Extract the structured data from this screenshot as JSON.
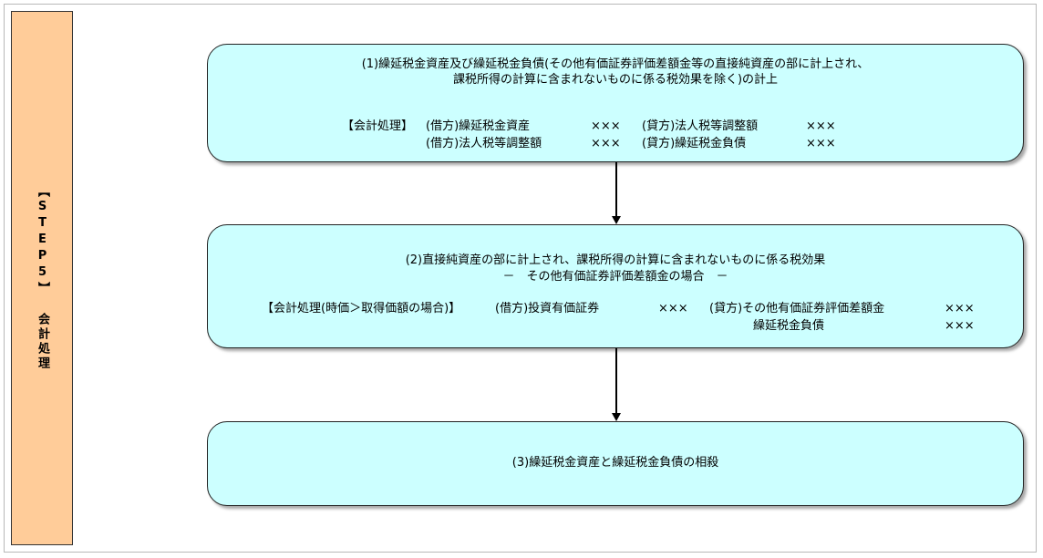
{
  "step": {
    "label": "【STEP5】 会計処理"
  },
  "box1": {
    "title_line1": "(1)繰延税金資産及び繰延税金負債(その他有価証券評価差額金等の直接純資産の部に計上され、",
    "title_line2": "課税所得の計算に含まれないものに係る税効果を除く)の計上",
    "entry_label": "【会計処理】",
    "rows": [
      {
        "debit": "(借方)繰延税金資産",
        "debit_amount": "×××",
        "credit": "(貸方)法人税等調整額",
        "credit_amount": "×××"
      },
      {
        "debit": "(借方)法人税等調整額",
        "debit_amount": "×××",
        "credit": "(貸方)繰延税金負債",
        "credit_amount": "×××"
      }
    ]
  },
  "box2": {
    "title_line1": "(2)直接純資産の部に計上され、課税所得の計算に含まれないものに係る税効果",
    "title_line2": "－　その他有価証券評価差額金の場合　－",
    "entry_label": "【会計処理(時価＞取得価額の場合)】",
    "rows": [
      {
        "debit": "(借方)投資有価証券",
        "debit_amount": "×××",
        "credit": "(貸方)その他有価証券評価差額金",
        "credit_amount": "×××"
      },
      {
        "credit": "繰延税金負債",
        "credit_amount": "×××"
      }
    ]
  },
  "box3": {
    "title": "(3)繰延税金資産と繰延税金負債の相殺"
  }
}
